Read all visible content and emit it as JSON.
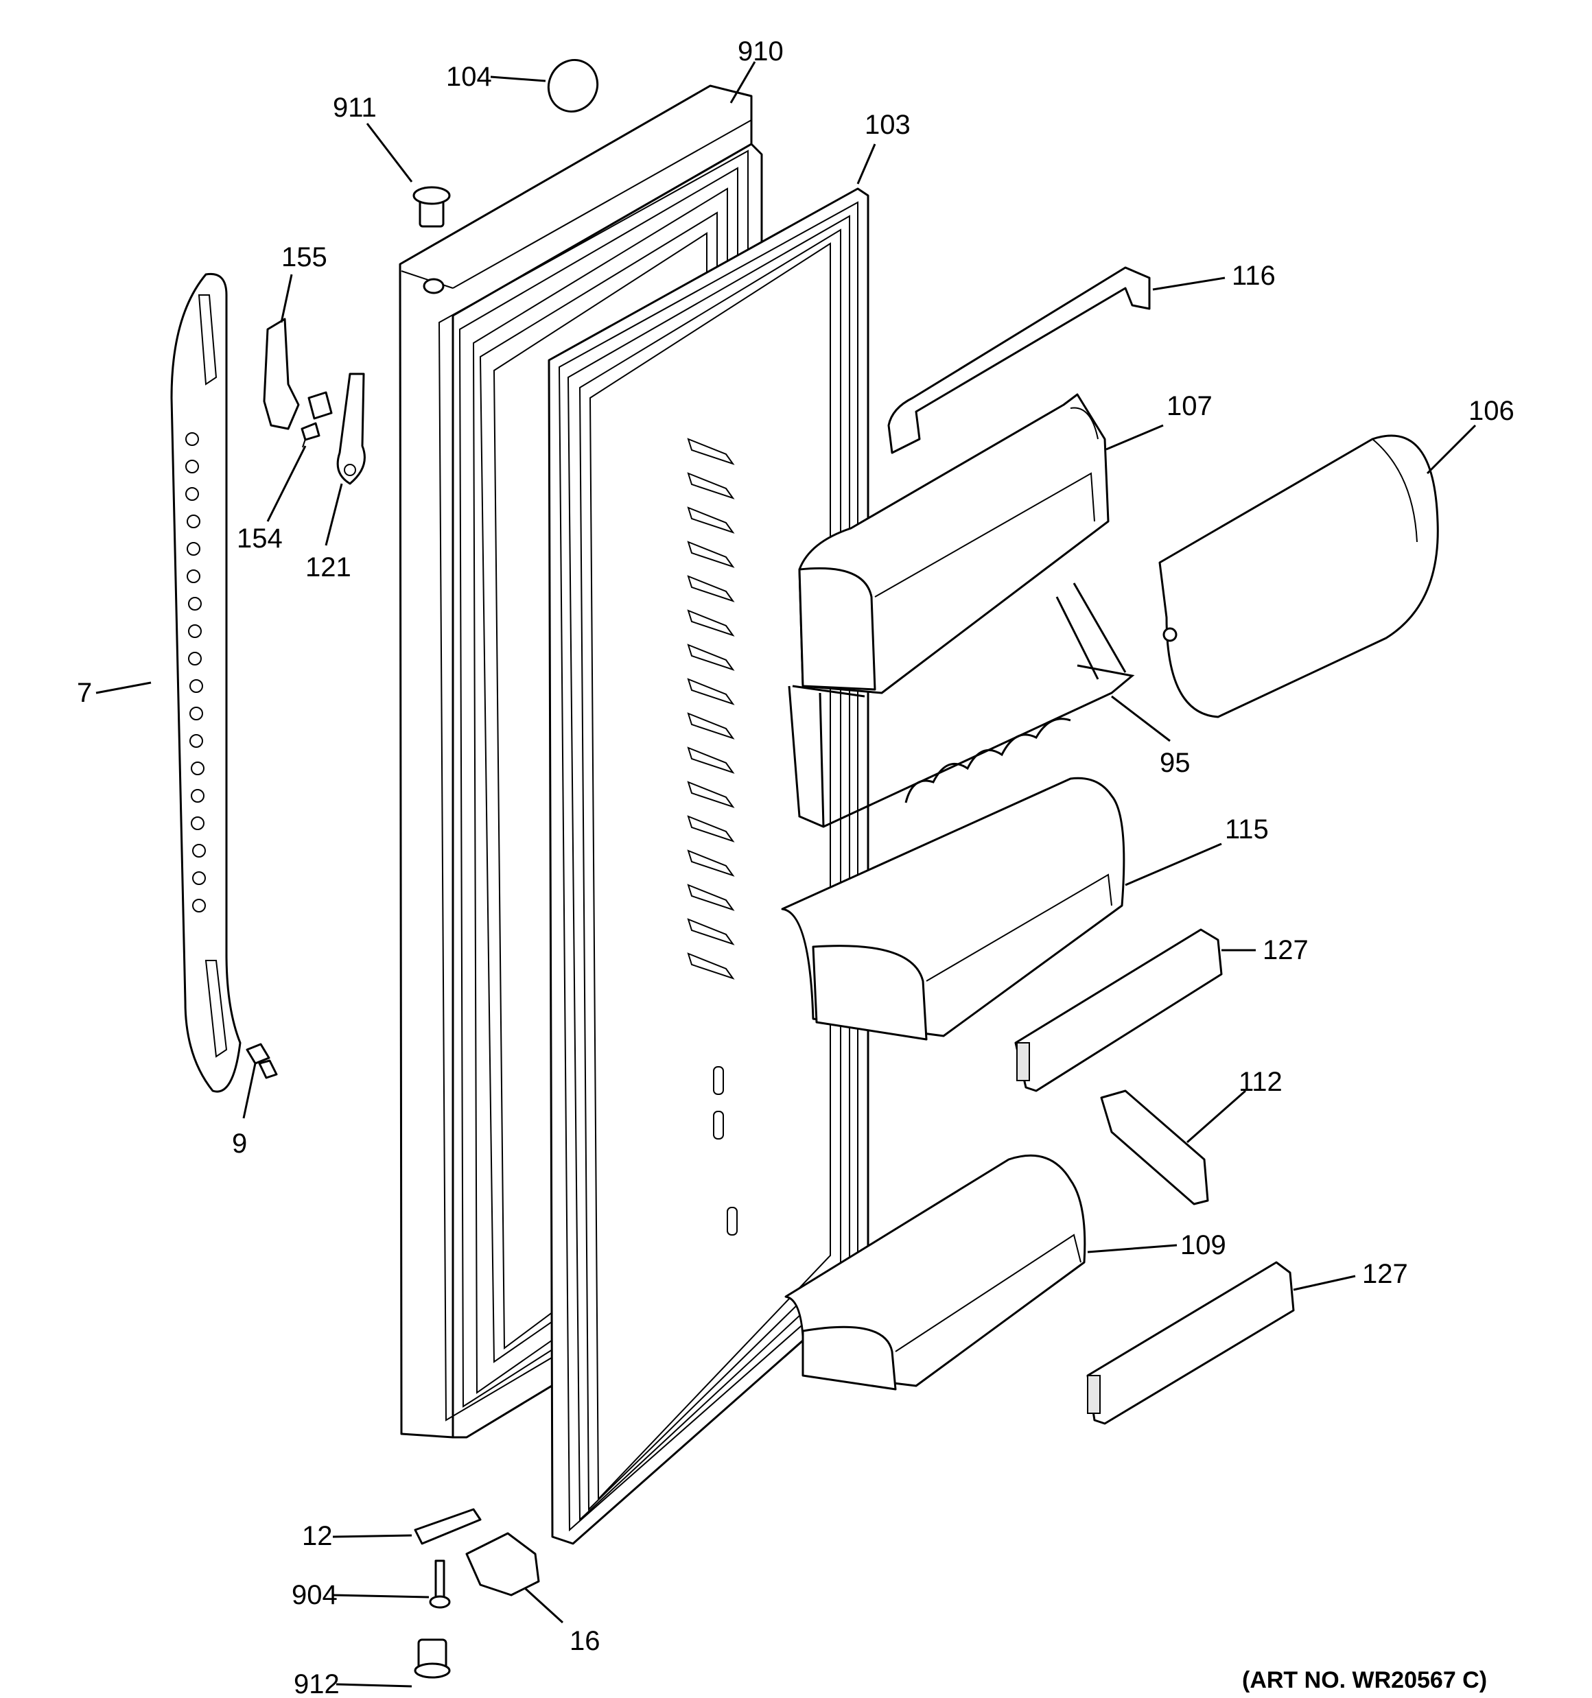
{
  "diagram": {
    "art_number": "(ART NO. WR20567 C)",
    "labels": {
      "p910": "910",
      "p104": "104",
      "p911": "911",
      "p103": "103",
      "p155": "155",
      "p116": "116",
      "p107": "107",
      "p106": "106",
      "p154": "154",
      "p121": "121",
      "p7": "7",
      "p95": "95",
      "p115": "115",
      "p127a": "127",
      "p9": "9",
      "p112": "112",
      "p109": "109",
      "p127b": "127",
      "p12": "12",
      "p904": "904",
      "p16": "16",
      "p912": "912"
    }
  }
}
